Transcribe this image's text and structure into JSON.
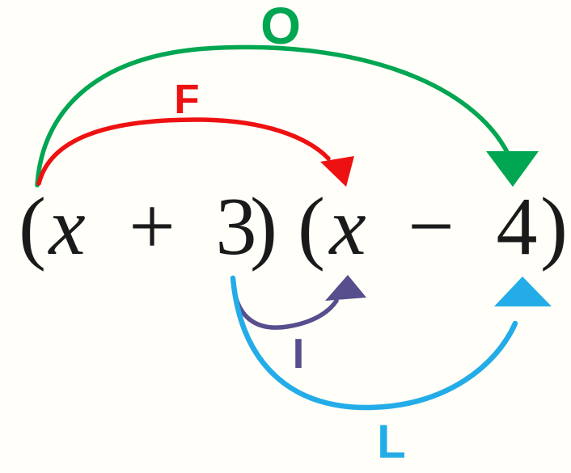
{
  "colors": {
    "background": "#FFFEF8",
    "text": "#1A1A1A",
    "red": "#EE1111",
    "green": "#00A651",
    "purple": "#564E8D",
    "blue": "#23ACE8"
  },
  "expression": {
    "text": "(x + 3)(x − 4)",
    "tokens": [
      {
        "text": "("
      },
      {
        "text": "x"
      },
      {
        "text": "+"
      },
      {
        "text": "3"
      },
      {
        "text": ")"
      },
      {
        "text": "("
      },
      {
        "text": "x"
      },
      {
        "text": "−"
      },
      {
        "text": "4"
      },
      {
        "text": ")"
      }
    ]
  },
  "labels": {
    "first": {
      "text": "F",
      "color": "#EE1111"
    },
    "outer": {
      "text": "O",
      "color": "#00A651"
    },
    "inner": {
      "text": "I",
      "color": "#564E8D"
    },
    "last": {
      "text": "L",
      "color": "#23ACE8"
    }
  },
  "arrows": {
    "first": {
      "label": "F",
      "color": "#EE1111",
      "from_token": 1,
      "to_token": 6,
      "side": "top"
    },
    "outer": {
      "label": "O",
      "color": "#00A651",
      "from_token": 1,
      "to_token": 8,
      "side": "top"
    },
    "inner": {
      "label": "I",
      "color": "#564E8D",
      "from_token": 3,
      "to_token": 6,
      "side": "bottom"
    },
    "last": {
      "label": "L",
      "color": "#23ACE8",
      "from_token": 3,
      "to_token": 8,
      "side": "bottom"
    }
  }
}
